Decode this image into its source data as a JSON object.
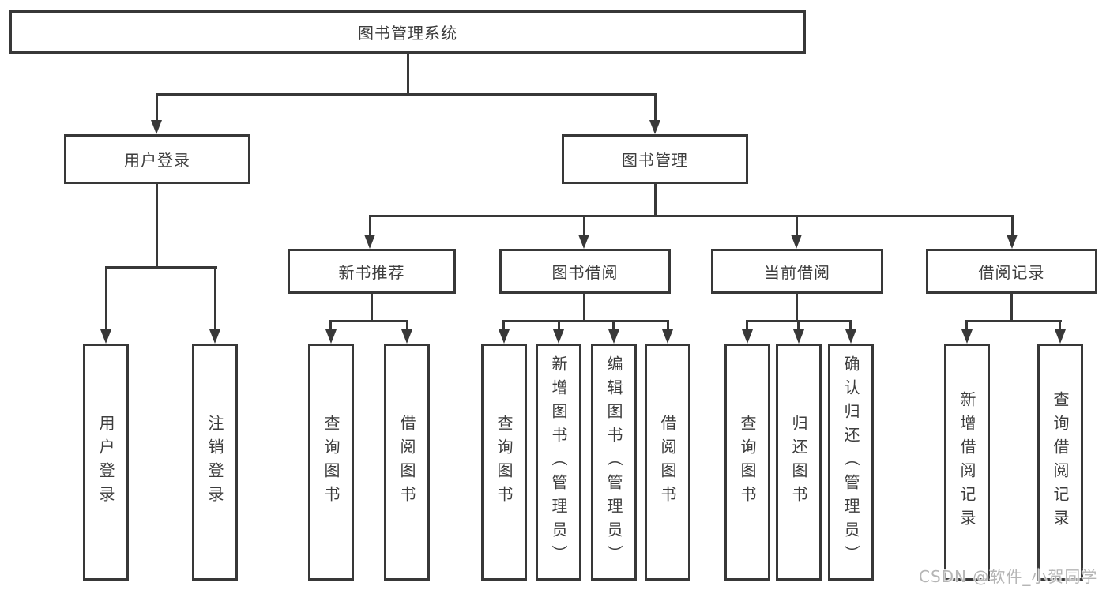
{
  "diagram": {
    "root": "图书管理系统",
    "branches": {
      "user_login": {
        "label": "用户登录",
        "children": {
          "login": "用户登录",
          "logout": "注销登录"
        }
      },
      "book_mgmt": {
        "label": "图书管理",
        "sections": {
          "new_book_rec": {
            "label": "新书推荐",
            "children": {
              "query_book": "查询图书",
              "borrow_book": "借阅图书"
            }
          },
          "book_borrow": {
            "label": "图书借阅",
            "children": {
              "query_book": "查询图书",
              "add_book": "新增图书（管理员）",
              "edit_book": "编辑图书（管理员）",
              "borrow_book": "借阅图书"
            }
          },
          "current_borrow": {
            "label": "当前借阅",
            "children": {
              "query_book": "查询图书",
              "return_book": "归还图书",
              "confirm_return": "确认归还（管理员）"
            }
          },
          "borrow_record": {
            "label": "借阅记录",
            "children": {
              "add_record": "新增借阅记录",
              "query_record": "查询借阅记录"
            }
          }
        }
      }
    }
  },
  "watermark": "CSDN @软件_小贺同学",
  "colors": {
    "line": "#383838",
    "text": "#3d3d3d",
    "watermark": "#b5b5b5",
    "background": "#ffffff"
  }
}
